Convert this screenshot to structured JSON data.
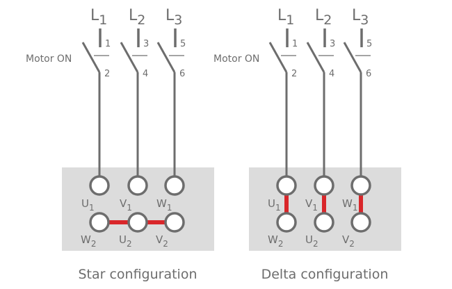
{
  "colors": {
    "wire": "#6d6d6d",
    "link": "#d9262a",
    "terminal_box": "#dcdcdc",
    "terminal_fill": "#ffffff",
    "text": "#6d6d6d"
  },
  "diagrams": [
    {
      "id": "star",
      "caption": "Star configuration",
      "switch_label": "Motor ON",
      "phases": [
        {
          "letter": "L",
          "sub": "1",
          "pin_in": "1",
          "pin_out": "2"
        },
        {
          "letter": "L",
          "sub": "2",
          "pin_in": "3",
          "pin_out": "4"
        },
        {
          "letter": "L",
          "sub": "3",
          "pin_in": "5",
          "pin_out": "6"
        }
      ],
      "top_terminals": [
        {
          "letter": "U",
          "sub": "1"
        },
        {
          "letter": "V",
          "sub": "1"
        },
        {
          "letter": "W",
          "sub": "1"
        }
      ],
      "bottom_terminals": [
        {
          "letter": "W",
          "sub": "2"
        },
        {
          "letter": "U",
          "sub": "2"
        },
        {
          "letter": "V",
          "sub": "2"
        }
      ],
      "links": "horizontal"
    },
    {
      "id": "delta",
      "caption": "Delta configuration",
      "switch_label": "Motor ON",
      "phases": [
        {
          "letter": "L",
          "sub": "1",
          "pin_in": "1",
          "pin_out": "2"
        },
        {
          "letter": "L",
          "sub": "2",
          "pin_in": "3",
          "pin_out": "4"
        },
        {
          "letter": "L",
          "sub": "3",
          "pin_in": "5",
          "pin_out": "6"
        }
      ],
      "top_terminals": [
        {
          "letter": "U",
          "sub": "1"
        },
        {
          "letter": "V",
          "sub": "1"
        },
        {
          "letter": "W",
          "sub": "1"
        }
      ],
      "bottom_terminals": [
        {
          "letter": "W",
          "sub": "2"
        },
        {
          "letter": "U",
          "sub": "2"
        },
        {
          "letter": "V",
          "sub": "2"
        }
      ],
      "links": "vertical"
    }
  ]
}
